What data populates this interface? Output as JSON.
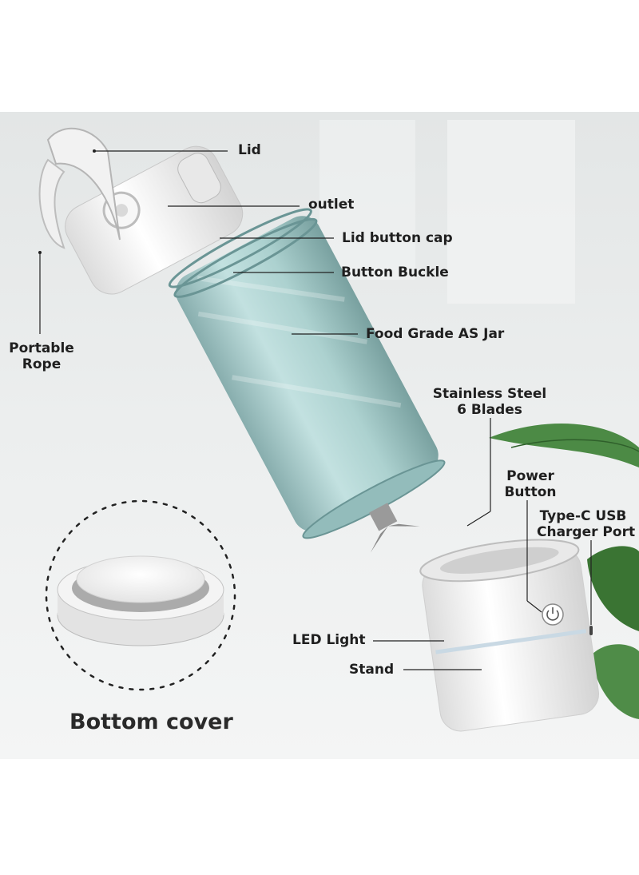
{
  "labels": {
    "lid": "Lid",
    "outlet": "outlet",
    "lid_button_cap": "Lid button  cap",
    "button_buckle": "Button Buckle",
    "portable_rope_line1": "Portable",
    "portable_rope_line2": "Rope",
    "food_grade_jar": "Food Grade AS Jar",
    "blades_line1": "Stainless Steel",
    "blades_line2": "6 Blades",
    "power_button_line1": "Power",
    "power_button_line2": "Button",
    "typec_line1": "Type-C USB",
    "typec_line2": "Charger Port",
    "led_light": "LED Light",
    "stand": "Stand",
    "bottom_cover": "Bottom cover"
  },
  "colors": {
    "background_top": "#e9ecec",
    "jar_tint": "#a9cfcf",
    "plastic_white": "#f4f4f4",
    "label_text": "#1f1f1f",
    "leaf_green": "#3f7a3a"
  },
  "icons": [
    "power-icon",
    "leaf-decoration"
  ]
}
